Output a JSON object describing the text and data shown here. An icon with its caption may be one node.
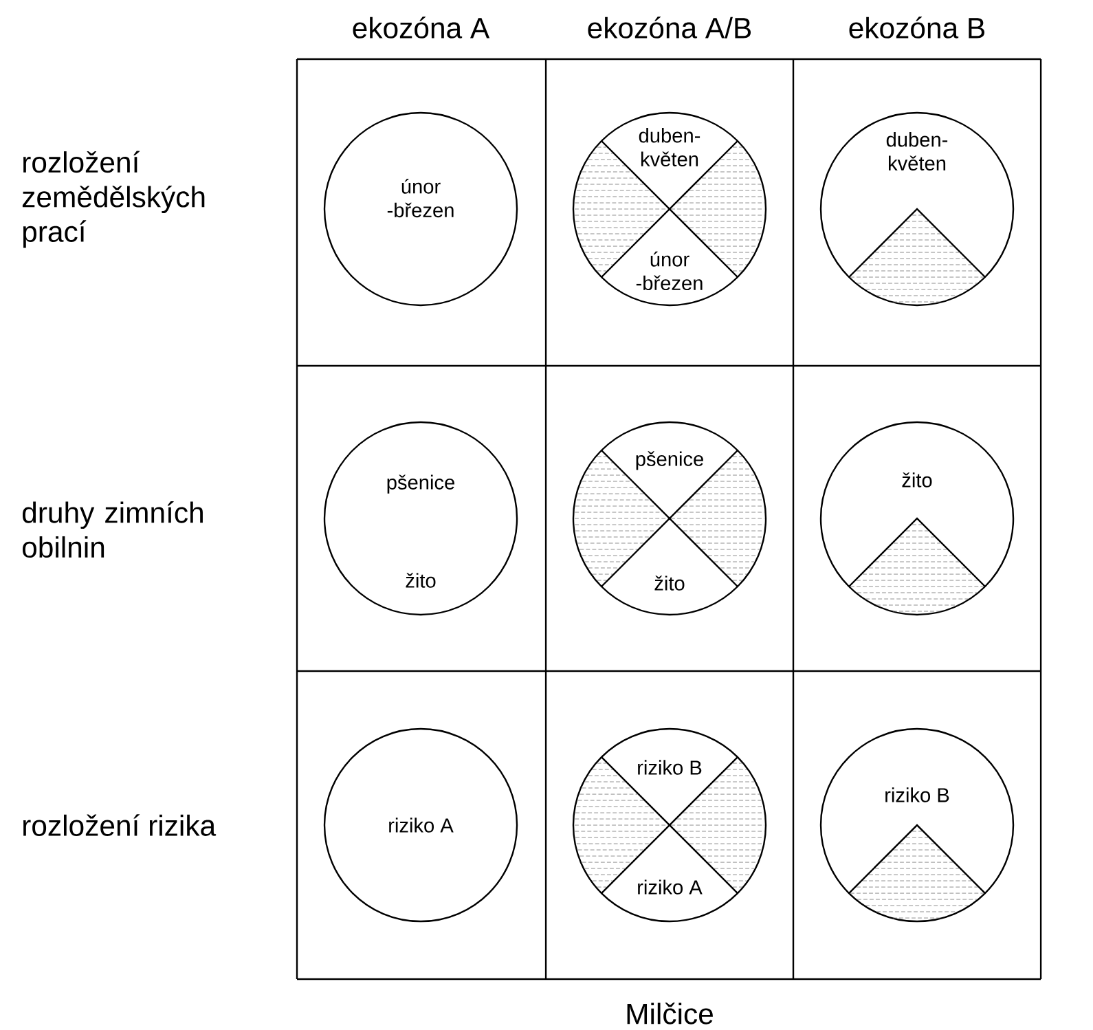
{
  "diagram": {
    "nodes": [
      {
        "text": [
          "únor -březen"
        ]
      },
      {
        "text": [
          "duben- květen",
          "únor -březen"
        ]
      },
      {
        "text": [
          "duben- květen"
        ]
      },
      {
        "text": [
          "pšenice",
          "žito"
        ]
      },
      {
        "text": [
          "pšenice",
          "žito"
        ]
      },
      {
        "text": [
          "žito"
        ]
      },
      {
        "text": [
          "riziko A"
        ]
      },
      {
        "text": [
          "riziko B",
          "riziko A"
        ]
      },
      {
        "text": [
          "riziko B"
        ]
      }
    ],
    "labels": [
      "ekozóna A",
      "ekozóna A/B",
      "ekozóna B",
      "rozložení zemědělských prací",
      "druhy zimních obilnin",
      "rozložení rizika",
      "Milčice"
    ]
  }
}
